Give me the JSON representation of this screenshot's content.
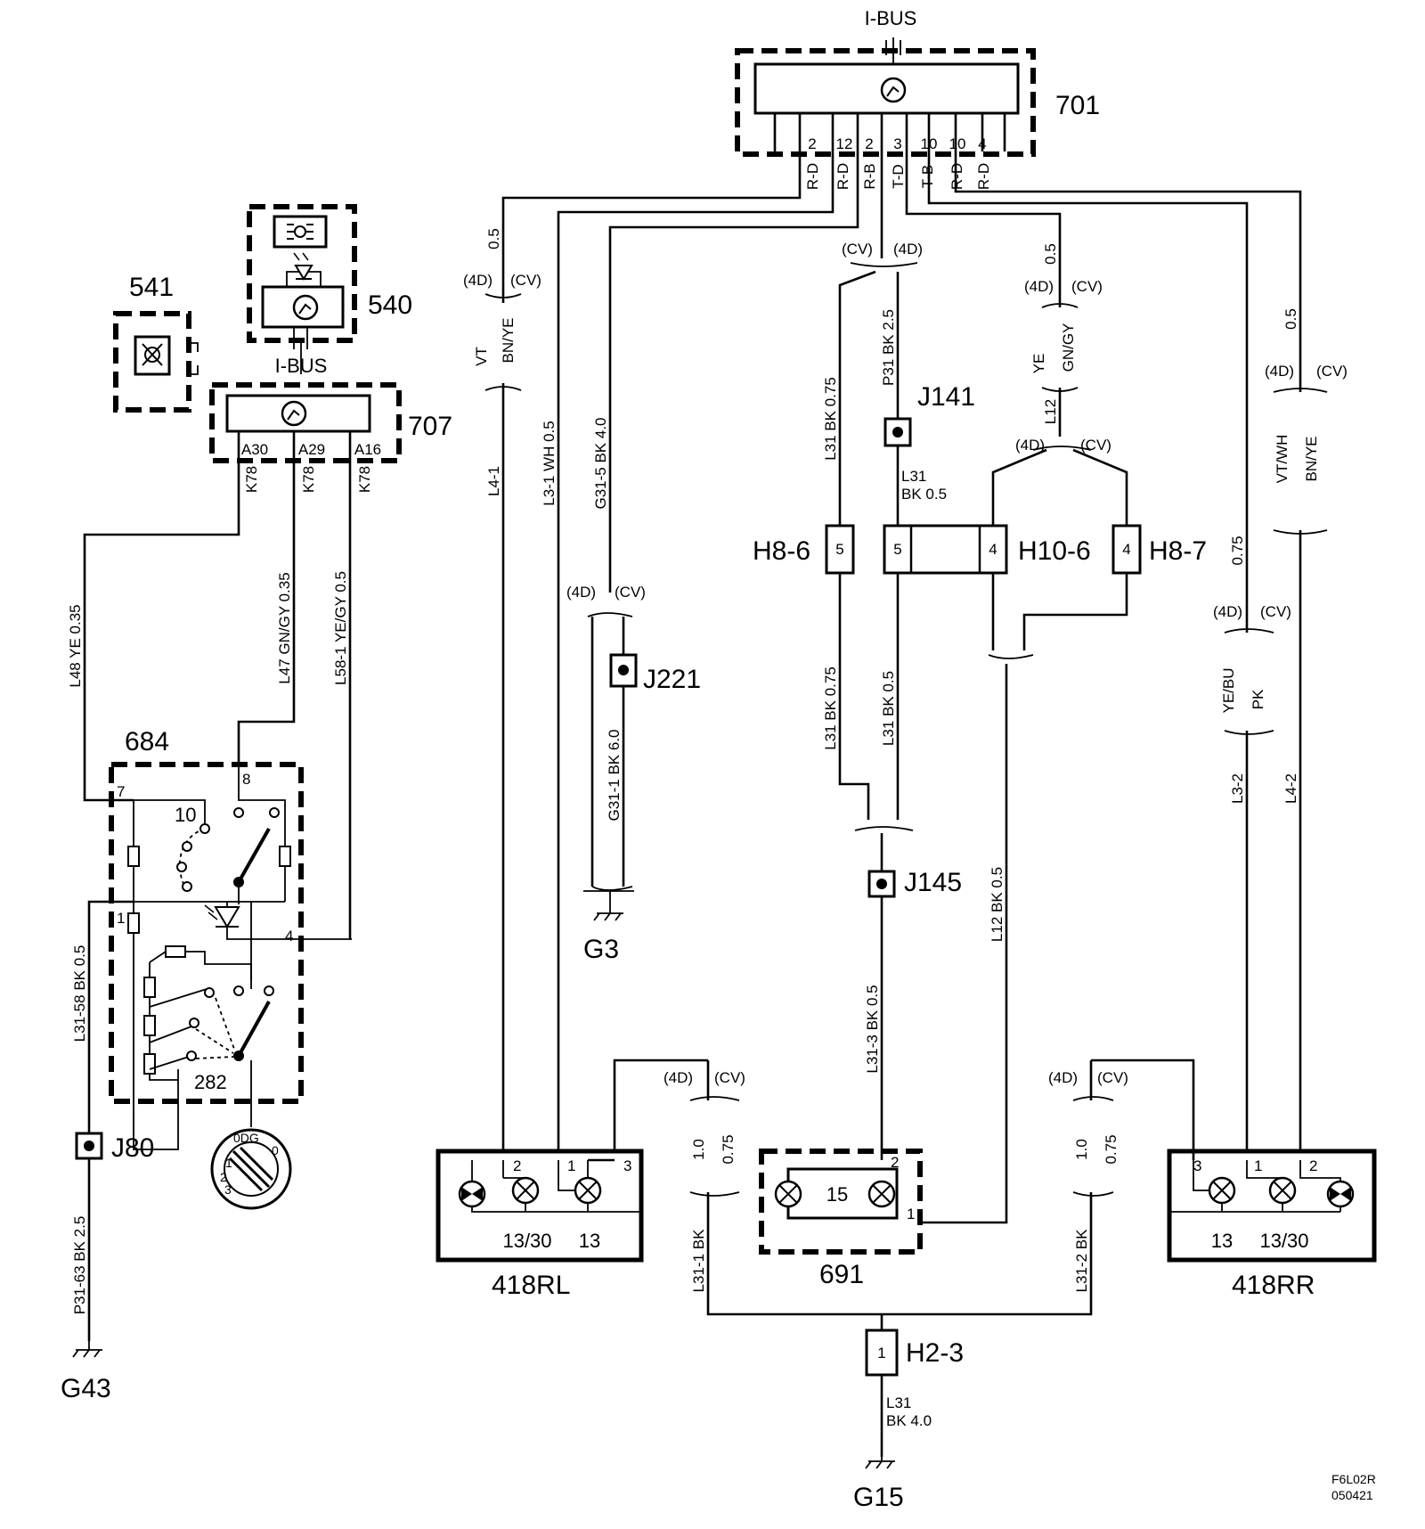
{
  "components": {
    "c701": {
      "id": "701",
      "bus": "I-BUS",
      "pins": [
        "2",
        "12",
        "2",
        "3",
        "10",
        "10",
        "4"
      ],
      "pin_codes": [
        "R-D",
        "R-D",
        "R-B",
        "T-D",
        "T-B",
        "R-D",
        "R-D"
      ]
    },
    "c707": {
      "id": "707",
      "bus": "I-BUS",
      "pins": [
        "A30",
        "A29",
        "A16"
      ],
      "pin_codes": [
        "K78",
        "K78",
        "K78"
      ]
    },
    "c540": {
      "id": "540"
    },
    "c541": {
      "id": "541"
    },
    "c684": {
      "id": "684",
      "pins": [
        "7",
        "8",
        "10",
        "1",
        "4"
      ],
      "sub": "282"
    },
    "c418rl": {
      "id": "418RL",
      "pins": [
        "2",
        "1",
        "3"
      ],
      "lamps": [
        "13/30",
        "13"
      ]
    },
    "c418rr": {
      "id": "418RR",
      "pins": [
        "3",
        "1",
        "2"
      ],
      "lamps": [
        "13",
        "13/30"
      ]
    },
    "c691": {
      "id": "691",
      "pins": [
        "2",
        "1"
      ],
      "lamp": "15"
    }
  },
  "connectors": {
    "h8_6": {
      "id": "H8-6",
      "pin": "5"
    },
    "h10_6": {
      "id": "H10-6",
      "pins": [
        "5",
        "4"
      ]
    },
    "h8_7": {
      "id": "H8-7",
      "pin": "4"
    },
    "h2_3": {
      "id": "H2-3",
      "pin": "1"
    }
  },
  "splices": {
    "j141": "J141",
    "j221": "J221",
    "j145": "J145",
    "j80": "J80"
  },
  "grounds": {
    "g3": "G3",
    "g43": "G43",
    "g15": "G15"
  },
  "variants": {
    "d4": "(4D)",
    "cv": "(CV)"
  },
  "wires": {
    "rl_sz": "0.5",
    "rl_4d": "VT",
    "rl_cv": "BN/YE",
    "l4_1": "L4-1",
    "l3_1": "L3-1  WH  0.5",
    "g31_5": "G31-5  BK  4.0",
    "g31_1": "G31-1  BK  6.0",
    "l31_075": "L31  BK  0.75",
    "p31": "P31  BK  2.5",
    "l31_a": "L31",
    "l31_b": "BK  0.5",
    "l12_sz": "0.5",
    "l12_4d": "YE",
    "l12_cv": "GN/GY",
    "l12": "L12",
    "rr_sz": "0.5",
    "rr_4d": "VT/WH",
    "rr_cv": "BN/YE",
    "l3_sz": "0.75",
    "l3_4d": "YE/BU",
    "l3_cv": "PK",
    "l3_2": "L3-2",
    "l4_2": "L4-2",
    "l31bk075": "L31 BK  0.75",
    "l31bk05": "L31 BK  0.5",
    "l12bk": "L12  BK  0.5",
    "l31_3": "L31-3  BK  0.5",
    "l48": "L48  YE  0.35",
    "l47": "L47  GN/GY  0.35",
    "l58": "L58-1  YE/GY  0.5",
    "l31_58": "L31-58  BK  0.5",
    "p31_63": "P31-63  BK  2.5",
    "s10": "1.0",
    "s075": "0.75",
    "l31_1": "L31-1  BK",
    "l31_2": "L31-2  BK",
    "g15_a": "L31",
    "g15_b": "BK  4.0"
  },
  "footer": {
    "code": "F6L02R",
    "date": "050421"
  }
}
